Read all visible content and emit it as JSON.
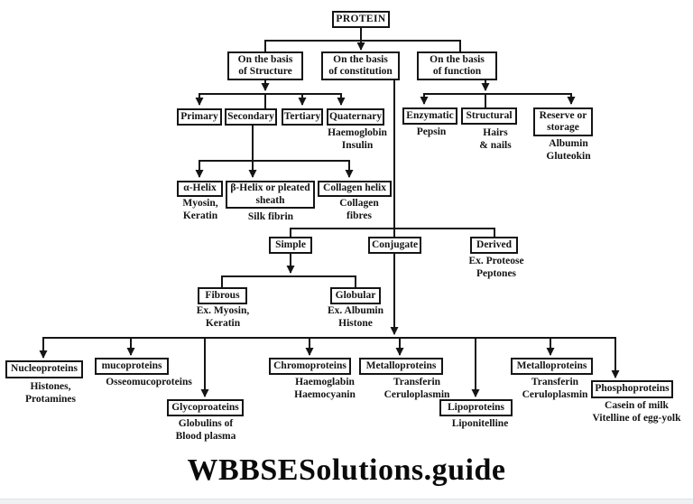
{
  "tree": {
    "root": {
      "label": "PROTEIN"
    },
    "structure": {
      "header": {
        "l1": "On the basis",
        "l2": "of Structure"
      },
      "primary": {
        "label": "Primary"
      },
      "secondary": {
        "label": "Secondary"
      },
      "tertiary": {
        "label": "Tertiary"
      },
      "quaternary": {
        "label": "Quaternary",
        "ex1": "Haemoglobin",
        "ex2": "Insulin"
      },
      "alpha_helix": {
        "label": "α-Helix",
        "ex1": "Myosin,",
        "ex2": "Keratin"
      },
      "beta_helix": {
        "l1": "β-Helix or pleated",
        "l2": "sheath",
        "ex1": "Silk fibrin"
      },
      "collagen_helix": {
        "label": "Collagen helix",
        "ex1": "Collagen",
        "ex2": "fibres"
      }
    },
    "constitution": {
      "header": {
        "l1": "On the basis",
        "l2": "of constitution"
      },
      "simple": {
        "label": "Simple"
      },
      "conjugate": {
        "label": "Conjugate"
      },
      "derived": {
        "label": "Derived",
        "ex1": "Ex. Proteose",
        "ex2": "Peptones"
      },
      "fibrous": {
        "label": "Fibrous",
        "ex1": "Ex. Myosin,",
        "ex2": "Keratin"
      },
      "globular": {
        "label": "Globular",
        "ex1": "Ex. Albumin",
        "ex2": "Histone"
      },
      "conjugate_types": {
        "nucleoproteins": {
          "label": "Nucleoproteins",
          "ex1": "Histones,",
          "ex2": "Protamines"
        },
        "mucoproteins": {
          "label": "mucoproteins",
          "ex1": "Osseomucoproteins"
        },
        "glycoproteins": {
          "label": "Glycoproateins",
          "ex1": "Globulins of",
          "ex2": "Blood plasma"
        },
        "chromoproteins": {
          "label": "Chromoproteins",
          "ex1": "Haemoglabin",
          "ex2": "Haemocyanin"
        },
        "metalloproteins_1": {
          "label": "Metalloproteins",
          "ex1": "Transferin",
          "ex2": "Ceruloplasmin"
        },
        "lipoproteins": {
          "label": "Lipoproteins",
          "ex1": "Liponitelline"
        },
        "metalloproteins_2": {
          "label": "Metalloproteins",
          "ex1": "Transferin",
          "ex2": "Ceruloplasmin"
        },
        "phosphoproteins": {
          "label": "Phosphoproteins",
          "ex1": "Casein of milk",
          "ex2": "Vitelline of egg-yolk"
        }
      }
    },
    "function": {
      "header": {
        "l1": "On the basis",
        "l2": "of function"
      },
      "enzymatic": {
        "label": "Enzymatic",
        "ex1": "Pepsin"
      },
      "structural": {
        "label": "Structural",
        "ex1": "Hairs",
        "ex2": "& nails"
      },
      "reserve": {
        "l1": "Reserve or",
        "l2": "storage",
        "ex1": "Albumin",
        "ex2": "Gluteokin"
      }
    }
  },
  "watermark": "WBBSESolutions.guide",
  "colors": {
    "line": "#151515",
    "background": "#ffffff",
    "footer_strip": "#eff1f3"
  }
}
